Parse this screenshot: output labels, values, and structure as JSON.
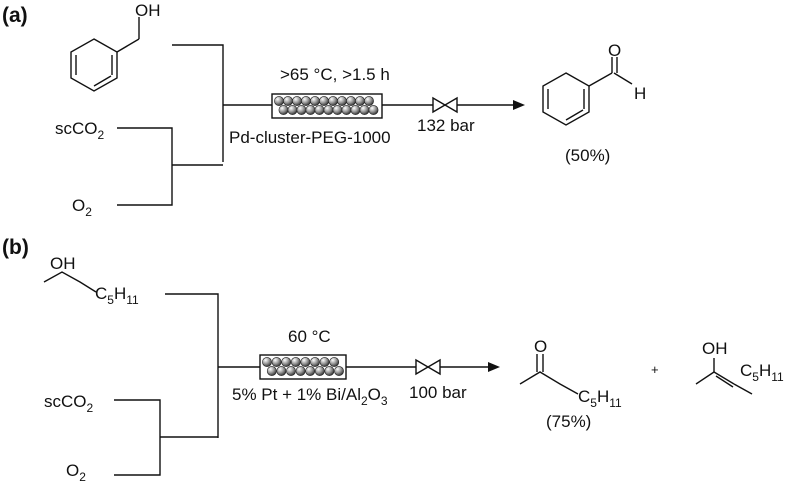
{
  "panel_a": {
    "label": "(a)",
    "reactant_oh": "OH",
    "co2_main": "scCO",
    "co2_sub": "2",
    "o2_main": "O",
    "o2_sub": "2",
    "condition": ">65 °C, >1.5 h",
    "catalyst": "Pd-cluster-PEG-1000",
    "pressure": "132 bar",
    "product_o": "O",
    "product_h": "H",
    "yield": "(50%)"
  },
  "panel_b": {
    "label": "(b)",
    "reactant_oh": "OH",
    "reactant_c": "C",
    "reactant_c_sub5": "5",
    "reactant_h": "H",
    "reactant_h_sub": "11",
    "co2_main": "scCO",
    "co2_sub": "2",
    "o2_main": "O",
    "o2_sub": "2",
    "condition": "60 °C",
    "catalyst_main": "5% Pt + 1% Bi/Al",
    "catalyst_sub1": "2",
    "catalyst_o": "O",
    "catalyst_sub2": "3",
    "pressure": "100 bar",
    "product1_o": "O",
    "product1_c": "C",
    "product1_sub5": "5",
    "product1_h": "H",
    "product1_sub11": "11",
    "yield": "(75%)",
    "plus": "+",
    "product2_oh": "OH",
    "product2_c": "C",
    "product2_sub5": "5",
    "product2_h": "H",
    "product2_sub11": "11"
  }
}
